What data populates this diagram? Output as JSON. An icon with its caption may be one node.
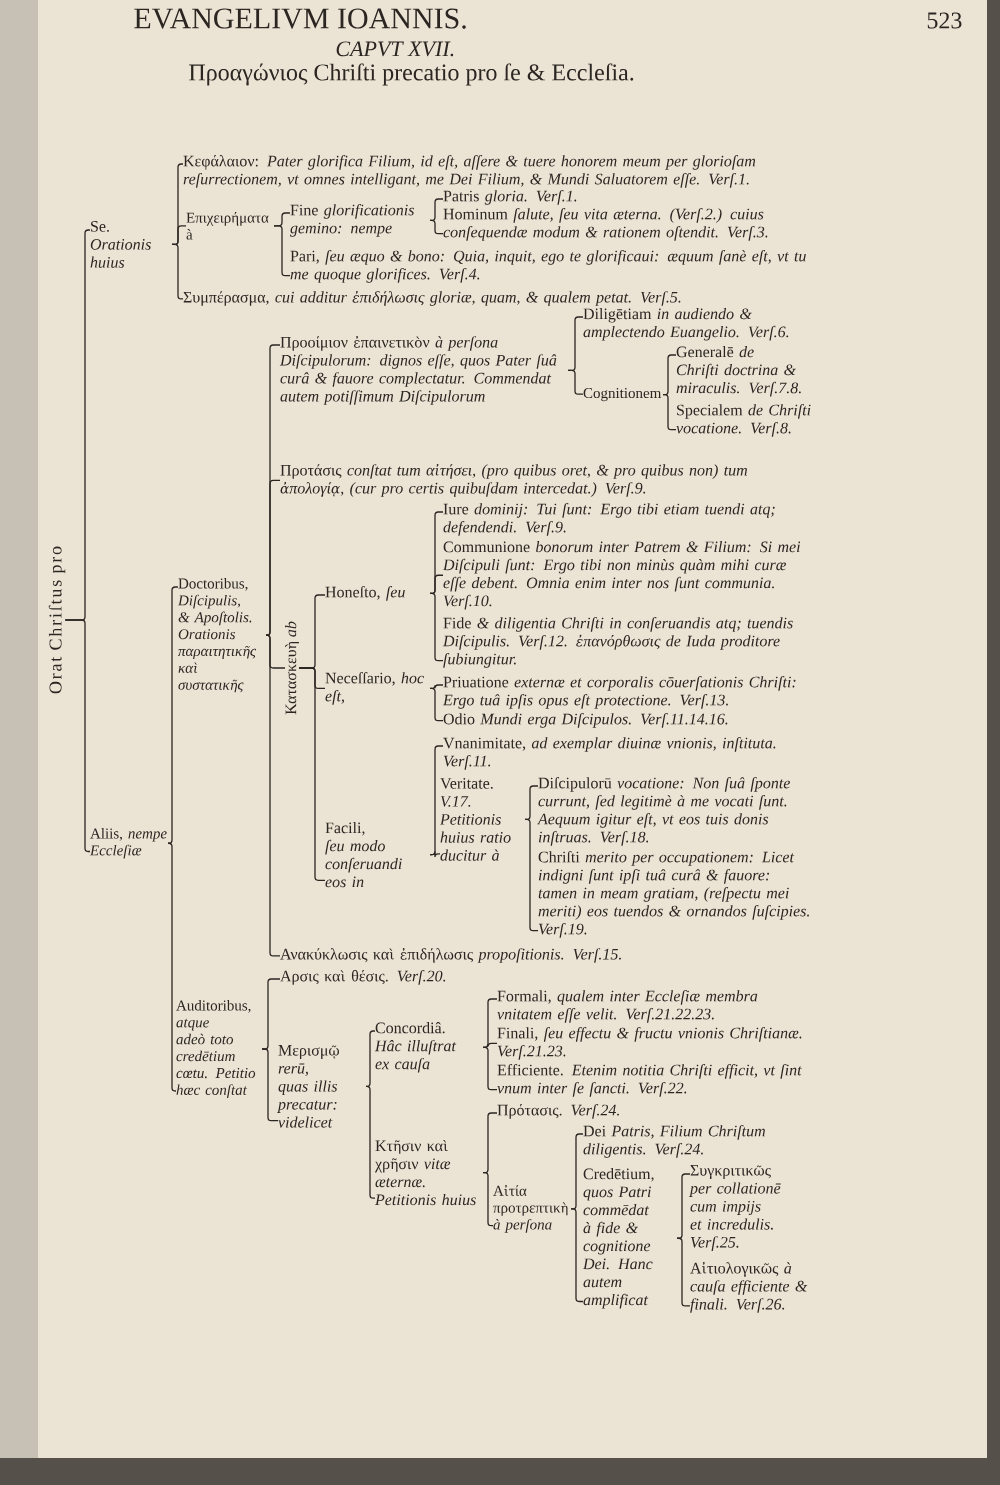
{
  "diagram": {
    "title": "Προαγώνιος Chriſti precatio pro ſe & Eccleſia.",
    "nodes": [
      {
        "text": [
          "Orat Chriſtus pro"
        ]
      },
      {
        "text": [
          "Se. *Orationis huius*"
        ]
      },
      {
        "text": [
          "Κεφάλαιον: *Pater glorifica Filium, id eſt, aſſere & tuere honorem meum per glorioſam reſurrectionem, vt omnes intelligant, me Dei Filium, & Mundi Saluatorem eſſe. Verſ.1.*"
        ]
      },
      {
        "text": [
          "Επιχειρήματα à"
        ]
      },
      {
        "text": [
          "Fine *glorificationis gemino: nempe*"
        ]
      },
      {
        "text": [
          "Patris *gloria. Verſ.1.*"
        ]
      },
      {
        "text": [
          "Hominum *ſalute, ſeu vita æterna. (Verſ.2.) cuius conſequendæ modum & rationem oſtendit. Verſ.3.*"
        ]
      },
      {
        "text": [
          "Pari, *ſeu æquo & bono: Quia, inquit, ego te glorificaui: æquum ſanè eſt, vt tu me quoque glorifices. Verſ.4.*"
        ]
      },
      {
        "text": [
          "Συμπέρασμα, *cui additur ἐπιδήλωσις gloriæ, quam, & qualem petat. Verſ.5.*"
        ]
      },
      {
        "text": [
          "Aliis, *nempe Eccleſiæ*"
        ]
      },
      {
        "text": [
          "Doctoribus, *Diſcipulis, & Apoſtolis. Orationis παραιτητικῆς καὶ συστατικῆς*"
        ]
      },
      {
        "text": [
          "Προοίμιον ἐπαινετικὸν *à perſona Diſcipulorum: dignos eſſe, quos Pater ſuâ curâ & fauore complectatur. Commendat autem potiſſimum Diſcipulorum*"
        ]
      },
      {
        "text": [
          "Diligētiam *in audiendo & amplectendo Euangelio. Verſ.6.*"
        ]
      },
      {
        "text": [
          "Cognitionem"
        ]
      },
      {
        "text": [
          "Generalē *de Chriſti doctrina & miraculis. Verſ.7.8.*"
        ]
      },
      {
        "text": [
          "Specialem *de Chriſti vocatione. Verſ.8.*"
        ]
      },
      {
        "text": [
          "Προτάσις *conſtat tum αἰτήσει, (pro quibus oret, & pro quibus non) tum ἀπολογίᾳ, (cur pro certis quibuſdam intercedat.) Verſ.9.*"
        ]
      },
      {
        "text": [
          "Κατασκευὴ *ab*"
        ]
      },
      {
        "text": [
          "Honeſto, *ſeu*"
        ]
      },
      {
        "text": [
          "Iure *dominij: Tui ſunt: Ergo tibi etiam tuendi atq; defendendi. Verſ.9.*"
        ]
      },
      {
        "text": [
          "Communione *bonorum inter Patrem & Filium: Si mei Diſcipuli ſunt: Ergo tibi non minùs quàm mihi curæ eſſe debent. Omnia enim inter nos ſunt communia. Verſ.10.*"
        ]
      },
      {
        "text": [
          "Fide *& diligentia Chriſti in conſeruandis atq; tuendis Diſcipulis. Verſ.12. ἐπανόρθωσις de Iuda proditore ſubiungitur.*"
        ]
      },
      {
        "text": [
          "Neceſſario, *hoc eſt,*"
        ]
      },
      {
        "text": [
          "Priuatione *externæ et corporalis cōuerſationis Chriſti: Ergo tuâ ipſis opus eſt protectione. Verſ.13.*"
        ]
      },
      {
        "text": [
          "Odio *Mundi erga Diſcipulos. Verſ.11.14.16.*"
        ]
      },
      {
        "text": [
          "Facili, *ſeu modo conſeruandi eos in*"
        ]
      },
      {
        "text": [
          "Vnanimitate, *ad exemplar diuinæ vnionis, inſtituta. Verſ.11.*"
        ]
      },
      {
        "text": [
          "Veritate. *V.17. Petitionis huius ratio ducitur à*"
        ]
      },
      {
        "text": [
          "Diſcipulorū *vocatione: Non ſuâ ſponte currunt, ſed legitimè à me vocati ſunt. Aequum igitur eſt, vt eos tuis donis inſtruas. Verſ.18.*"
        ]
      },
      {
        "text": [
          "Chriſti *merito per occupationem: Licet indigni ſunt ipſi tuâ curâ & fauore: tamen in meam gratiam, (reſpectu mei meriti) eos tuendos & ornandos ſuſcipies. Verſ.19.*"
        ]
      },
      {
        "text": [
          "Ανακύκλωσις καὶ ἐπιδήλωσις *propoſitionis. Verſ.15.*"
        ]
      },
      {
        "text": [
          "Auditoribus, *atque adeò toto credētium cœtu. Petitio hæc conſtat*"
        ]
      },
      {
        "text": [
          "Αρσις καὶ θέσις. *Verſ.20.*"
        ]
      },
      {
        "text": [
          "Μερισμῷ *rerū, quas illis precatur: videlicet*"
        ]
      },
      {
        "text": [
          "Concordiâ. *Hâc illuſtrat ex cauſa*"
        ]
      },
      {
        "text": [
          "Formali, *qualem inter Eccleſiæ membra vnitatem eſſe velit. Verſ.21.22.23.*"
        ]
      },
      {
        "text": [
          "Finali, *ſeu effectu & fructu vnionis Chriſtianæ. Verſ.21.23.*"
        ]
      },
      {
        "text": [
          "Efficiente. *Etenim notitia Chriſti efficit, vt ſint vnum inter ſe ſancti. Verſ.22.*"
        ]
      },
      {
        "text": [
          "Κτῆσιν καὶ χρῆσιν *vitæ æternæ. Petitionis huius*"
        ]
      },
      {
        "text": [
          "Πρότασις. *Verſ.24.*"
        ]
      },
      {
        "text": [
          "Αἰτία προτρεπτικὴ *à perſona*"
        ]
      },
      {
        "text": [
          "Dei *Patris, Filium Chriſtum diligentis. Verſ.24.*"
        ]
      },
      {
        "text": [
          "Credētium, *quos Patri commēdat à fide & cognitione Dei. Hanc autem amplificat*"
        ]
      },
      {
        "text": [
          "Συγκριτικῶς *per collationē cum impijs et incredulis. Verſ.25.*"
        ]
      },
      {
        "text": [
          "Αἰτιολογικῶς *à cauſa efficiente & finali. Verſ.26.*"
        ]
      }
    ],
    "edges": [
      {
        "from": 0,
        "to": 1,
        "arrow": "none"
      },
      {
        "from": 0,
        "to": 9,
        "arrow": "none"
      },
      {
        "from": 1,
        "to": 2,
        "arrow": "none"
      },
      {
        "from": 1,
        "to": 3,
        "arrow": "none"
      },
      {
        "from": 1,
        "to": 8,
        "arrow": "none"
      },
      {
        "from": 3,
        "to": 4,
        "arrow": "none"
      },
      {
        "from": 3,
        "to": 7,
        "arrow": "none"
      },
      {
        "from": 4,
        "to": 5,
        "arrow": "none"
      },
      {
        "from": 4,
        "to": 6,
        "arrow": "none"
      },
      {
        "from": 9,
        "to": 10,
        "arrow": "none"
      },
      {
        "from": 9,
        "to": 31,
        "arrow": "none"
      },
      {
        "from": 10,
        "to": 11,
        "arrow": "none"
      },
      {
        "from": 10,
        "to": 16,
        "arrow": "none"
      },
      {
        "from": 10,
        "to": 17,
        "arrow": "none"
      },
      {
        "from": 10,
        "to": 30,
        "arrow": "none"
      },
      {
        "from": 11,
        "to": 12,
        "arrow": "none"
      },
      {
        "from": 11,
        "to": 13,
        "arrow": "none"
      },
      {
        "from": 13,
        "to": 14,
        "arrow": "none"
      },
      {
        "from": 13,
        "to": 15,
        "arrow": "none"
      },
      {
        "from": 17,
        "to": 18,
        "arrow": "none"
      },
      {
        "from": 17,
        "to": 22,
        "arrow": "none"
      },
      {
        "from": 17,
        "to": 25,
        "arrow": "none"
      },
      {
        "from": 18,
        "to": 19,
        "arrow": "none"
      },
      {
        "from": 18,
        "to": 20,
        "arrow": "none"
      },
      {
        "from": 18,
        "to": 21,
        "arrow": "none"
      },
      {
        "from": 22,
        "to": 23,
        "arrow": "none"
      },
      {
        "from": 22,
        "to": 24,
        "arrow": "none"
      },
      {
        "from": 25,
        "to": 26,
        "arrow": "none"
      },
      {
        "from": 25,
        "to": 27,
        "arrow": "none"
      },
      {
        "from": 27,
        "to": 28,
        "arrow": "none"
      },
      {
        "from": 27,
        "to": 29,
        "arrow": "none"
      },
      {
        "from": 31,
        "to": 32,
        "arrow": "none"
      },
      {
        "from": 31,
        "to": 33,
        "arrow": "none"
      },
      {
        "from": 33,
        "to": 34,
        "arrow": "none"
      },
      {
        "from": 33,
        "to": 38,
        "arrow": "none"
      },
      {
        "from": 34,
        "to": 35,
        "arrow": "none"
      },
      {
        "from": 34,
        "to": 36,
        "arrow": "none"
      },
      {
        "from": 34,
        "to": 37,
        "arrow": "none"
      },
      {
        "from": 38,
        "to": 39,
        "arrow": "none"
      },
      {
        "from": 38,
        "to": 40,
        "arrow": "none"
      },
      {
        "from": 40,
        "to": 41,
        "arrow": "none"
      },
      {
        "from": 40,
        "to": 42,
        "arrow": "none"
      },
      {
        "from": 42,
        "to": 43,
        "arrow": "none"
      },
      {
        "from": 42,
        "to": 44,
        "arrow": "none"
      }
    ],
    "labels": [
      "EVANGELIVM IOANNIS.",
      "523",
      "CAPVT XVII."
    ]
  }
}
